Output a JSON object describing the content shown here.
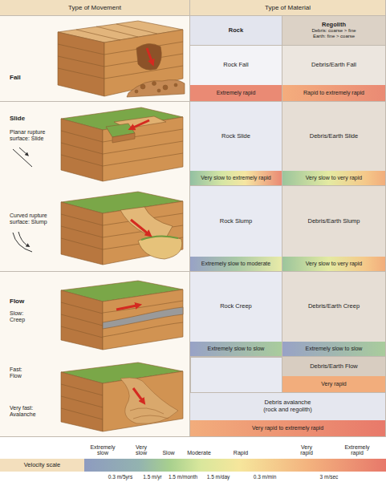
{
  "diagram": {
    "nodes": [
      {
        "text": [
          "Type of Movement"
        ]
      },
      {
        "text": [
          "Type of Material"
        ]
      },
      {
        "text": [
          "Rock"
        ]
      },
      {
        "text": [
          "Regolith",
          "Debris: coarse > fine Earth: fine > coarse"
        ]
      },
      {
        "text": [
          "Fall"
        ]
      },
      {
        "text": [
          "Rock Fall"
        ]
      },
      {
        "text": [
          "Extremely rapid"
        ],
        "in": 5
      },
      {
        "text": [
          "Debris/Earth Fall"
        ]
      },
      {
        "text": [
          "Rapid to extremely rapid"
        ],
        "in": 7
      },
      {
        "text": [
          "Slide",
          "Planar rupture surface: Slide",
          "Curved rupture surface: Slump"
        ]
      },
      {
        "text": [
          "Rock Slide"
        ]
      },
      {
        "text": [
          "Very slow to extremely rapid"
        ],
        "in": 10
      },
      {
        "text": [
          "Debris/Earth Slide"
        ]
      },
      {
        "text": [
          "Very slow to very rapid"
        ],
        "in": 12
      },
      {
        "text": [
          "Rock Slump"
        ]
      },
      {
        "text": [
          "Extremely slow to moderate"
        ],
        "in": 14
      },
      {
        "text": [
          "Debris/Earth Slump"
        ]
      },
      {
        "text": [
          "Very slow to very rapid"
        ],
        "in": 16
      },
      {
        "text": [
          "Flow",
          "Slow: Creep",
          "Fast: Flow",
          "Very fast: Avalanche"
        ]
      },
      {
        "text": [
          "Rock Creep"
        ]
      },
      {
        "text": [
          "Extremely slow to slow"
        ],
        "in": 19
      },
      {
        "text": [
          "Debris/Earth Creep"
        ]
      },
      {
        "text": [
          "Extremely slow to slow"
        ],
        "in": 21
      },
      {
        "text": [
          "Debris/Earth Flow"
        ]
      },
      {
        "text": [
          "Very rapid"
        ],
        "in": 23
      },
      {
        "text": [
          "Debris avalanche (rock and regolith)"
        ]
      },
      {
        "text": [
          "Very rapid to extremely rapid"
        ],
        "in": 25
      },
      {
        "text": [
          "Velocity scale"
        ]
      }
    ],
    "labels": [
      "Extremely slow",
      "Very slow",
      "Slow",
      "Moderate",
      "Rapid",
      "Very rapid",
      "Extremely rapid",
      "0.3 m/5yrs",
      "1.5 m/yr",
      "1.5 m/month",
      "1.5 m/day",
      "0.3 m/min",
      "3 m/sec"
    ]
  }
}
